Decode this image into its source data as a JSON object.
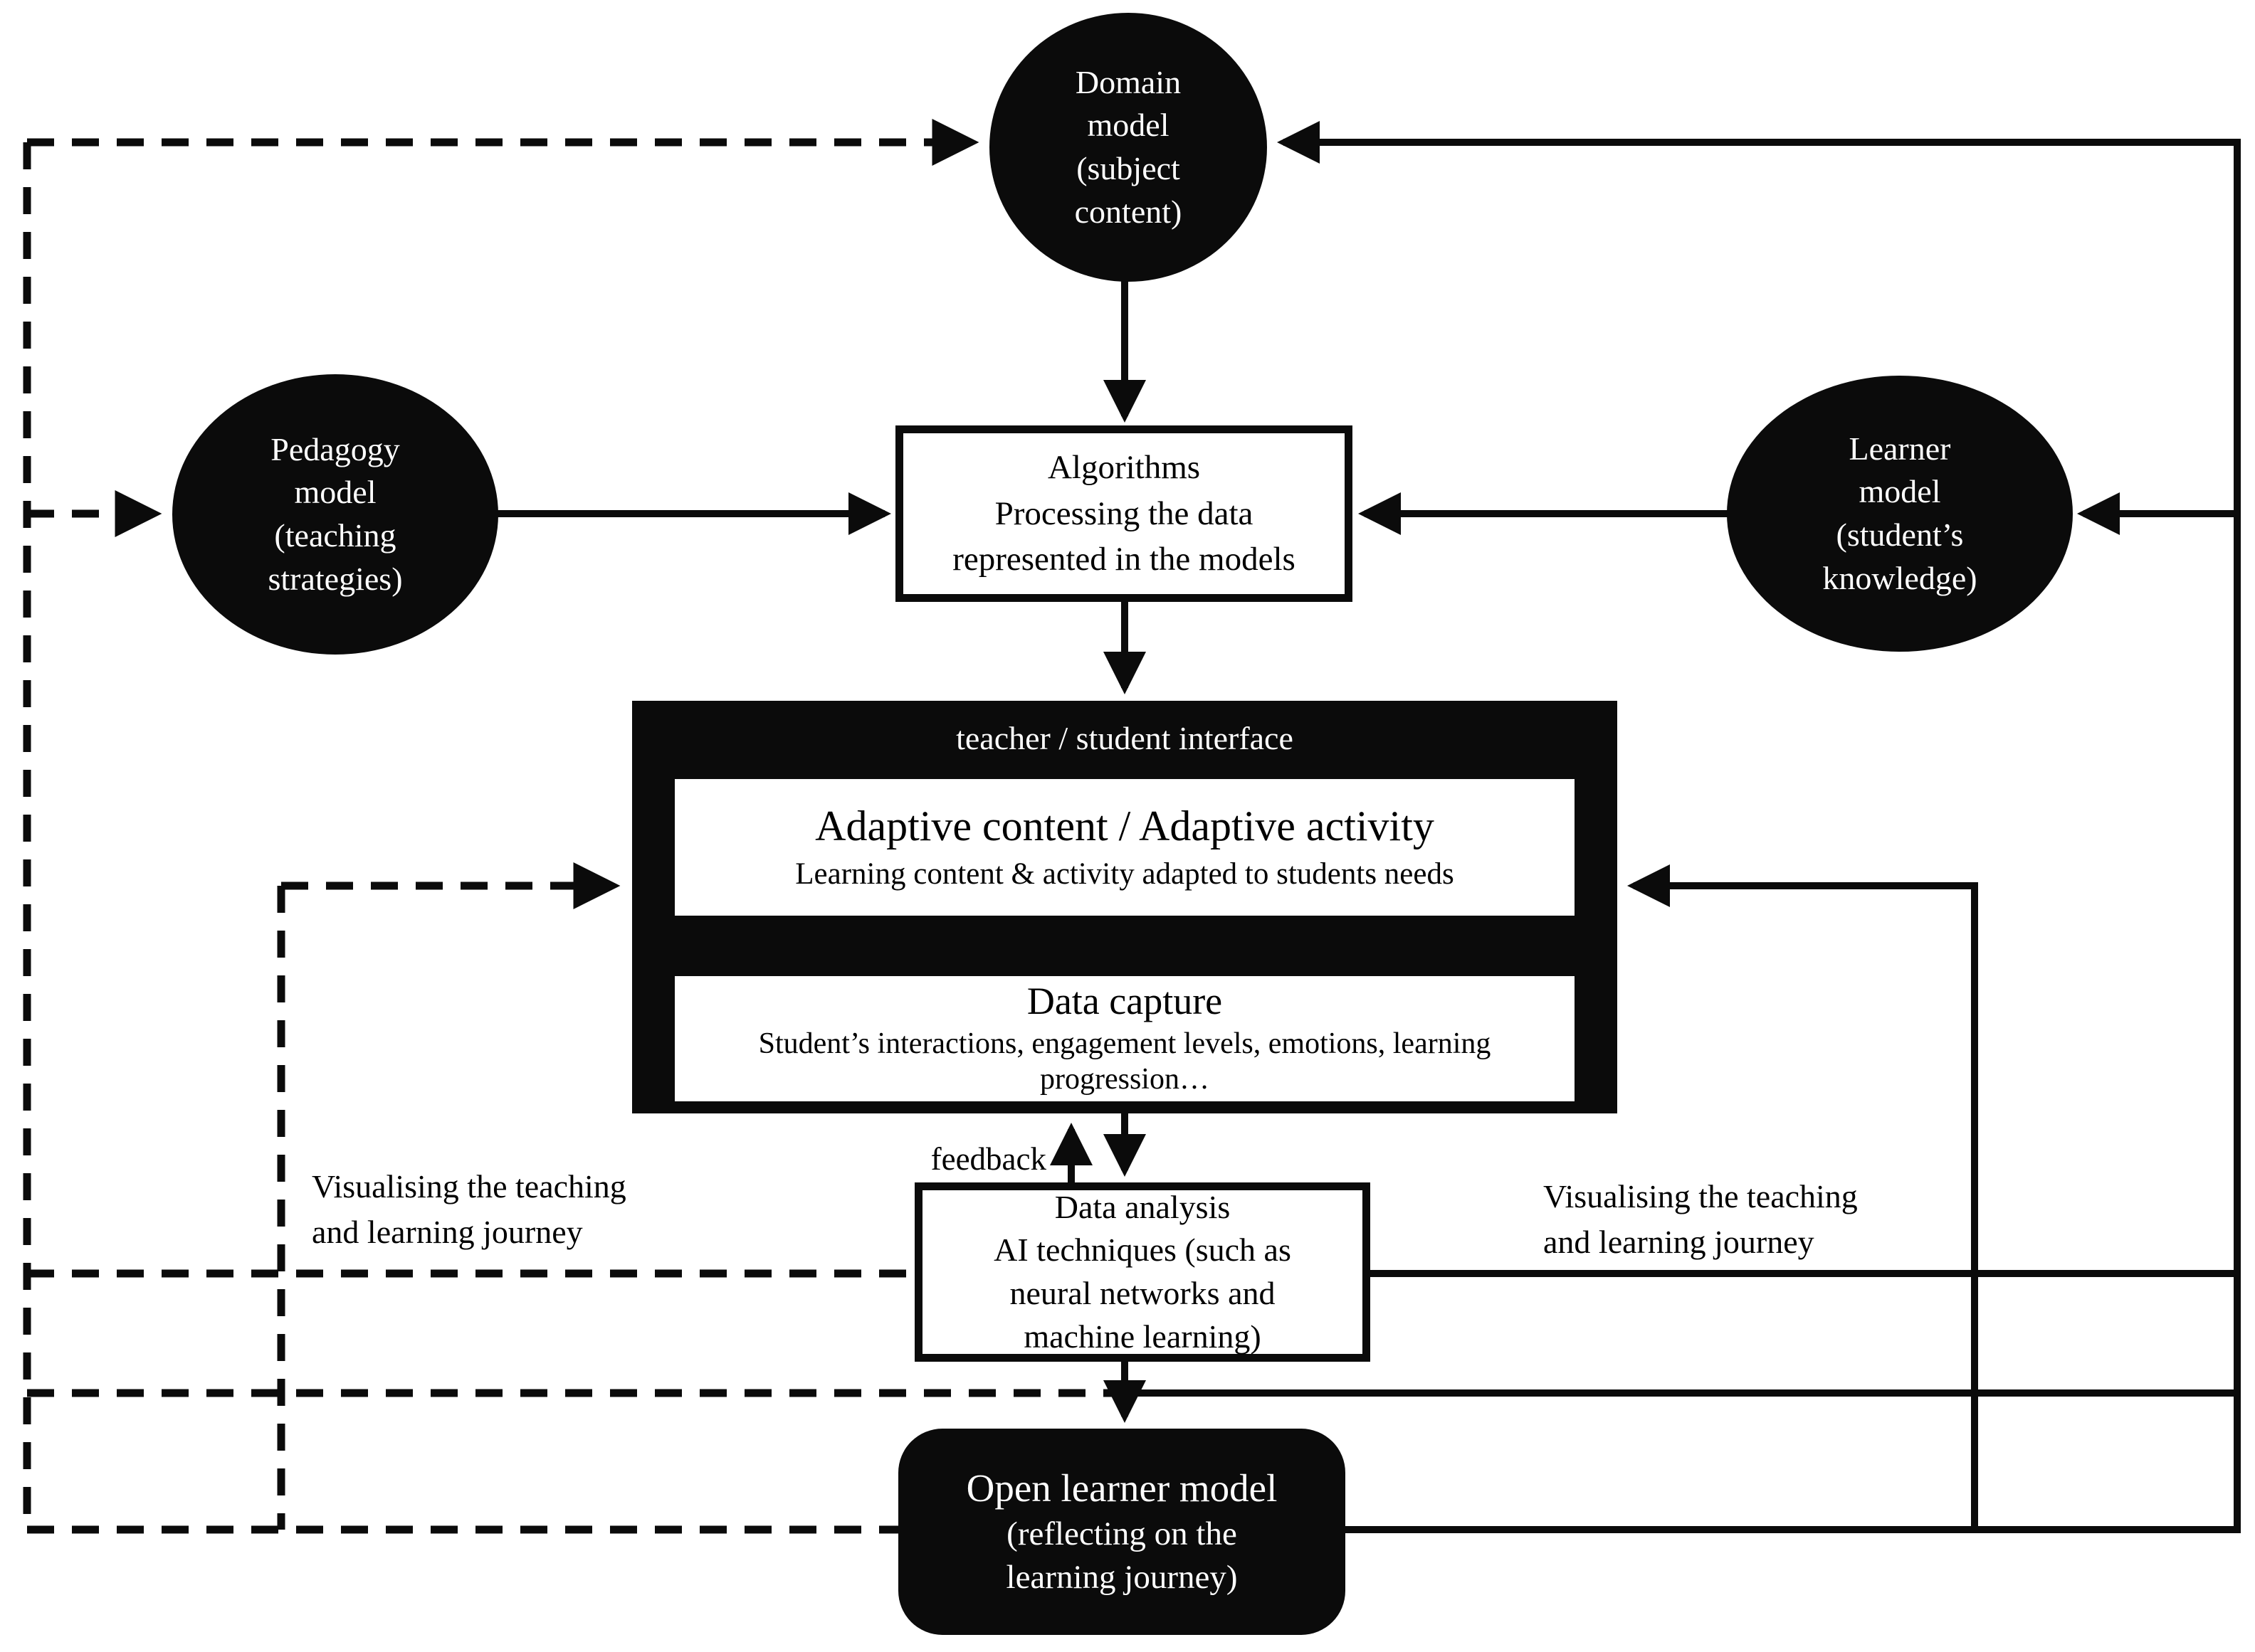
{
  "colors": {
    "ink": "#0b0b0b",
    "paper": "#ffffff"
  },
  "nodes": {
    "domain_model": {
      "text": "Domain\nmodel\n(subject\ncontent)"
    },
    "pedagogy_model": {
      "text": "Pedagogy\nmodel\n(teaching\nstrategies)"
    },
    "learner_model": {
      "text": "Learner\nmodel\n(student’s\nknowledge)"
    },
    "algorithms": {
      "text": "Algorithms\nProcessing the data\nrepresented in the models"
    },
    "interface": {
      "label": "teacher / student interface"
    },
    "adaptive": {
      "title": "Adaptive content / Adaptive activity",
      "subtitle": "Learning content & activity adapted to students needs"
    },
    "data_capture": {
      "title": "Data capture",
      "subtitle": "Student’s interactions, engagement levels, emotions, learning progression…"
    },
    "data_analysis": {
      "text": "Data analysis\nAI techniques (such as\nneural networks and\nmachine learning)"
    },
    "open_learner_model": {
      "title": "Open learner model",
      "subtitle": "(reflecting on the\nlearning journey)"
    }
  },
  "labels": {
    "feedback": "feedback",
    "visualising_left": "Visualising the teaching\nand learning journey",
    "visualising_right": "Visualising the teaching\nand learning journey"
  }
}
